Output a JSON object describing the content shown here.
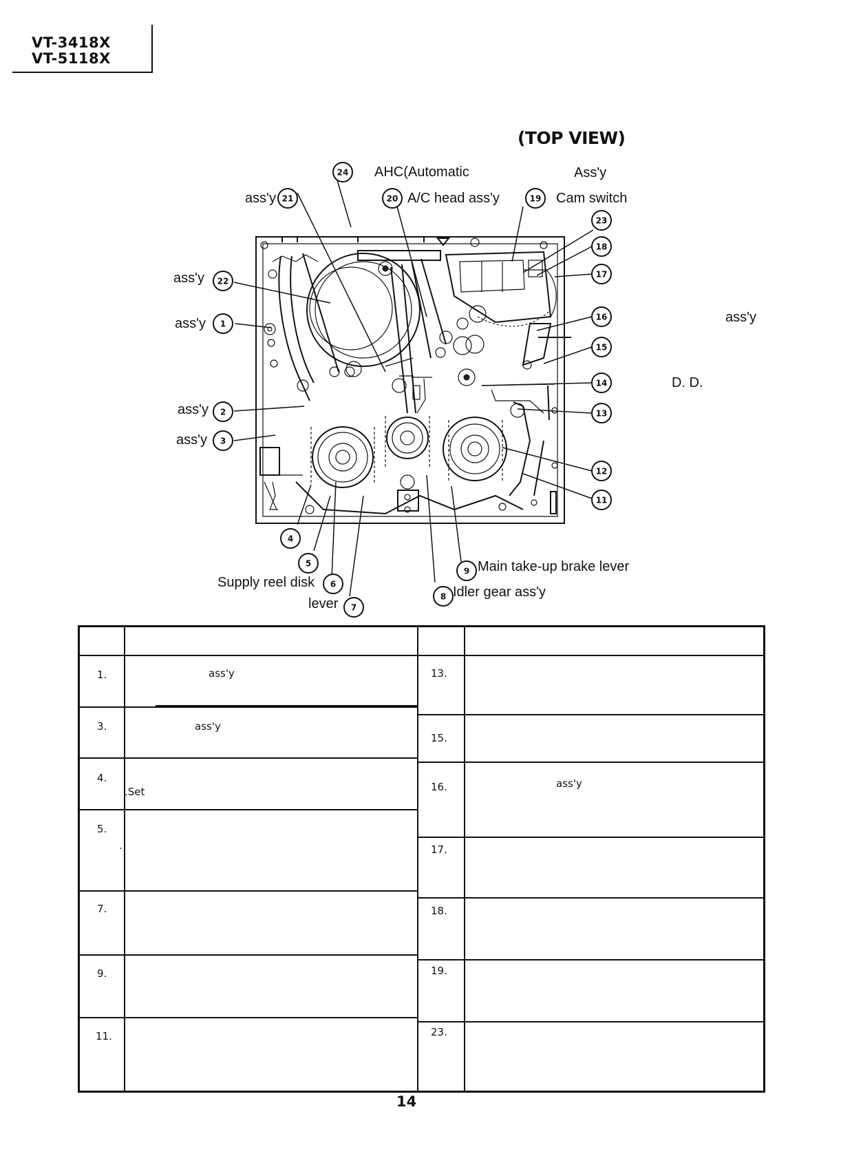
{
  "header": {
    "model_1": "VT-3418X",
    "model_2": "VT-5118X"
  },
  "figure": {
    "view_title": "(TOP VIEW)",
    "labels": {
      "ahc": "AHC(Automatic",
      "assy_top_right": "Ass'y",
      "assy_21": "ass'y",
      "ac_head": "A/C head ass'y",
      "cam_switch": "Cam switch",
      "assy_22": "ass'y",
      "assy_1": "ass'y",
      "assy_2": "ass'y",
      "assy_3": "ass'y",
      "assy_far_right": "ass'y",
      "dd": "D. D.",
      "main_takeup": "Main take-up brake lever",
      "supply_reel": "Supply reel disk",
      "idler": "Idler gear ass'y",
      "lever_7": "lever"
    },
    "callouts": [
      "24",
      "21",
      "20",
      "19",
      "23",
      "18",
      "17",
      "22",
      "1",
      "16",
      "15",
      "14",
      "2",
      "13",
      "3",
      "12",
      "11",
      "4",
      "5",
      "9",
      "6",
      "8",
      "7"
    ]
  },
  "table": {
    "left_rows": [
      {
        "num": "1.",
        "text": "ass'y"
      },
      {
        "num": "3.",
        "text": "ass'y"
      },
      {
        "num": "4.",
        "text": ".Set"
      },
      {
        "num": "5.",
        "text": "."
      },
      {
        "num": "7.",
        "text": ""
      },
      {
        "num": "9.",
        "text": ""
      },
      {
        "num": "11.",
        "text": ""
      }
    ],
    "right_rows": [
      {
        "num": "13.",
        "text": ""
      },
      {
        "num": "15.",
        "text": ""
      },
      {
        "num": "16.",
        "text": "ass'y"
      },
      {
        "num": "17.",
        "text": ""
      },
      {
        "num": "18.",
        "text": ""
      },
      {
        "num": "19.",
        "text": ""
      },
      {
        "num": "23.",
        "text": ""
      }
    ]
  },
  "footer": {
    "page_number": "14"
  }
}
